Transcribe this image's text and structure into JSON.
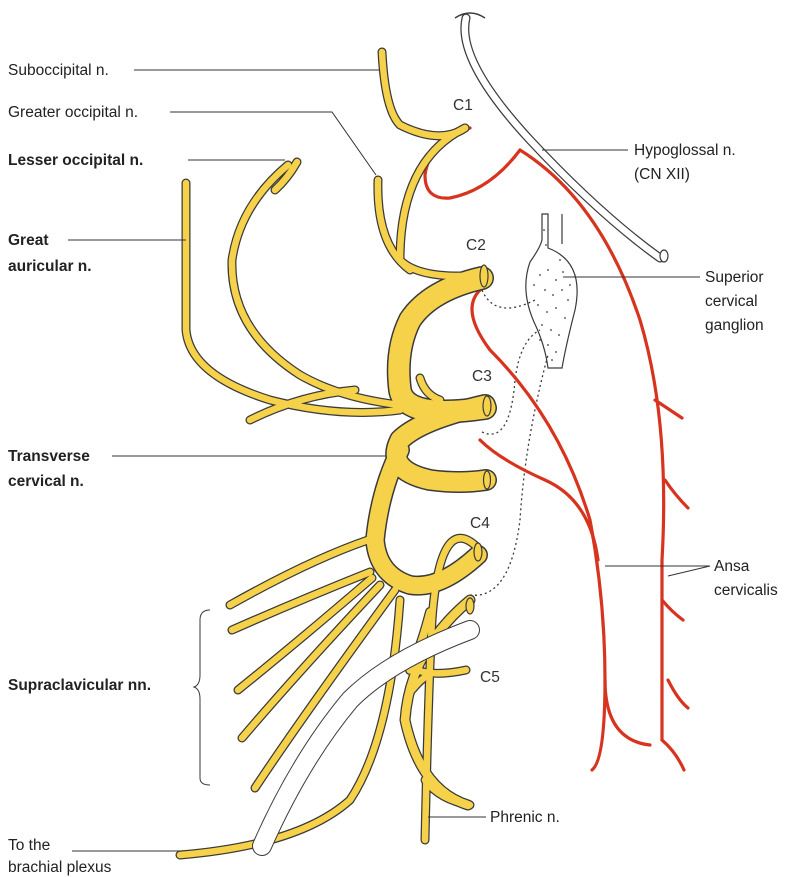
{
  "colors": {
    "nerve_fill": "#f6d24a",
    "nerve_outline": "#3a3a3a",
    "ansa_red": "#d7341f",
    "text": "#222222"
  },
  "labels": {
    "suboccipital": "Suboccipital n.",
    "greater_occipital": "Greater occipital n.",
    "lesser_occipital": "Lesser occipital n.",
    "great_auricular_1": "Great",
    "great_auricular_2": "auricular n.",
    "transverse_cervical_1": "Transverse",
    "transverse_cervical_2": "cervical n.",
    "supraclavicular": "Supraclavicular nn.",
    "brachial_1": "To the",
    "brachial_2": "brachial plexus",
    "hypoglossal_1": "Hypoglossal n.",
    "hypoglossal_2": "(CN XII)",
    "superior_ganglion_1": "Superior",
    "superior_ganglion_2": "cervical",
    "superior_ganglion_3": "ganglion",
    "ansa_1": "Ansa",
    "ansa_2": "cervicalis",
    "phrenic": "Phrenic n."
  },
  "segments": [
    "C1",
    "C2",
    "C3",
    "C4",
    "C5"
  ]
}
